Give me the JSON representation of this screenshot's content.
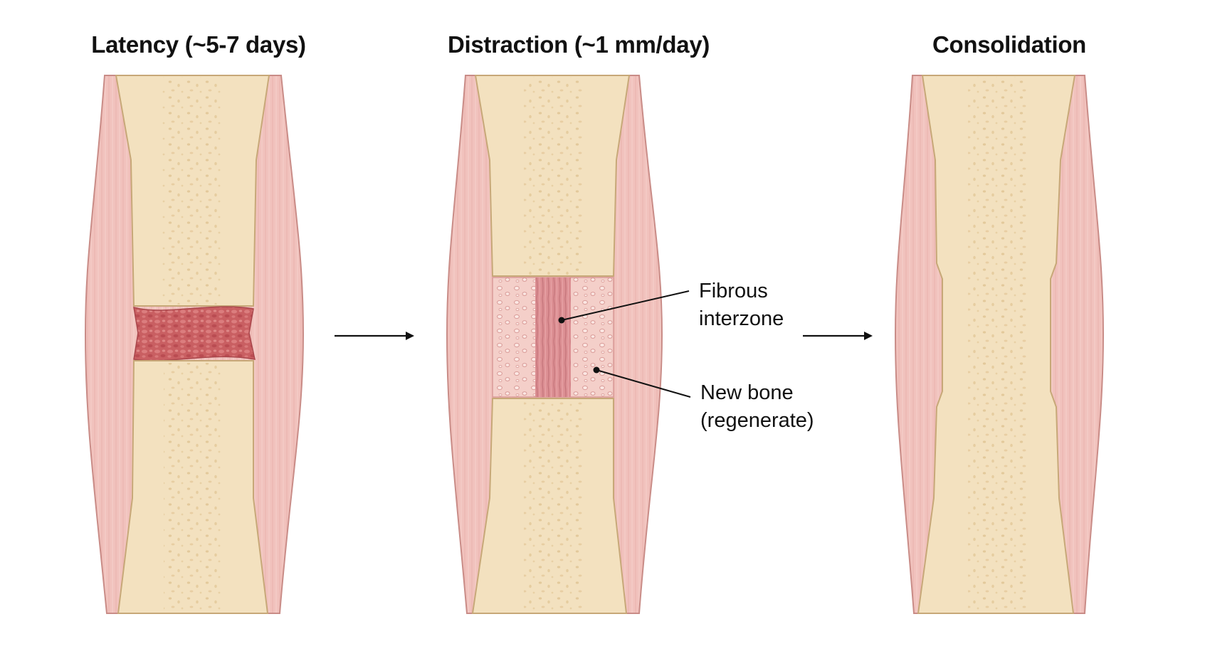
{
  "stages": [
    {
      "id": "latency",
      "title": "Latency (~5-7 days)"
    },
    {
      "id": "distraction",
      "title": "Distraction (~1 mm/day)"
    },
    {
      "id": "consolidation",
      "title": "Consolidation"
    }
  ],
  "callouts": {
    "fibrous": {
      "line1": "Fibrous",
      "line2": "interzone"
    },
    "new_bone": {
      "line1": "New bone",
      "line2": "(regenerate)"
    }
  },
  "colors": {
    "soft_tissue": "#f1c2bd",
    "soft_tissue_edge": "#c98c87",
    "bone": "#f3e1bf",
    "bone_medulla": "#ecd4a9",
    "bone_edge": "#c7a878",
    "hematoma": "#c95f62",
    "regenerate": "#f4cfc9",
    "fibrous_interzone": "#dc8f93",
    "arrow": "#111111"
  },
  "icons": [
    "arrow-right-icon",
    "arrow-right-icon"
  ]
}
